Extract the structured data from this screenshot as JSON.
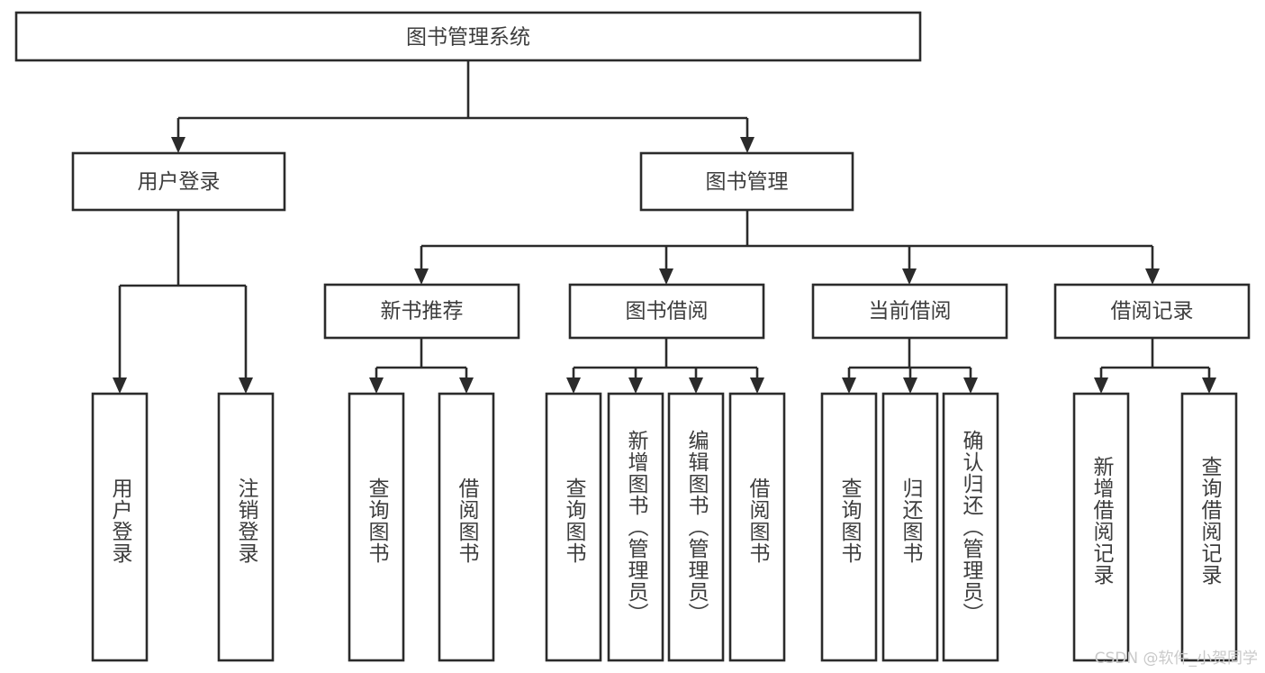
{
  "diagram": {
    "title": "图书管理系统",
    "type": "tree-hierarchy",
    "orientation": "top-down",
    "nodes": {
      "root": {
        "label": "图书管理系统",
        "level": 0,
        "orientation": "horizontal"
      },
      "l1_user_login": {
        "label": "用户登录",
        "level": 1,
        "orientation": "horizontal"
      },
      "l1_book_manage": {
        "label": "图书管理",
        "level": 1,
        "orientation": "horizontal"
      },
      "l2_new_book_rec": {
        "label": "新书推荐",
        "level": 2,
        "orientation": "horizontal"
      },
      "l2_book_borrow": {
        "label": "图书借阅",
        "level": 2,
        "orientation": "horizontal"
      },
      "l2_current_borrow": {
        "label": "当前借阅",
        "level": 2,
        "orientation": "horizontal"
      },
      "l2_borrow_record": {
        "label": "借阅记录",
        "level": 2,
        "orientation": "horizontal"
      },
      "leaf_user_login": {
        "label": "用户登录",
        "level": 2,
        "orientation": "vertical"
      },
      "leaf_logout": {
        "label": "注销登录",
        "level": 2,
        "orientation": "vertical"
      },
      "leaf_rec_query_book": {
        "label": "查询图书",
        "level": 3,
        "orientation": "vertical"
      },
      "leaf_rec_borrow_book": {
        "label": "借阅图书",
        "level": 3,
        "orientation": "vertical"
      },
      "leaf_bb_query_book": {
        "label": "查询图书",
        "level": 3,
        "orientation": "vertical"
      },
      "leaf_bb_add_book": {
        "label": "新增图书（管理员）",
        "level": 3,
        "orientation": "vertical"
      },
      "leaf_bb_edit_book": {
        "label": "编辑图书（管理员）",
        "level": 3,
        "orientation": "vertical"
      },
      "leaf_bb_borrow_book": {
        "label": "借阅图书",
        "level": 3,
        "orientation": "vertical"
      },
      "leaf_cb_query_book": {
        "label": "查询图书",
        "level": 3,
        "orientation": "vertical"
      },
      "leaf_cb_return_book": {
        "label": "归还图书",
        "level": 3,
        "orientation": "vertical"
      },
      "leaf_cb_confirm_return": {
        "label": "确认归还（管理员）",
        "level": 3,
        "orientation": "vertical"
      },
      "leaf_br_add_record": {
        "label": "新增借阅记录",
        "level": 3,
        "orientation": "vertical"
      },
      "leaf_br_query_record": {
        "label": "查询借阅记录",
        "level": 3,
        "orientation": "vertical"
      }
    },
    "edges": [
      {
        "from": "root",
        "to": "l1_user_login"
      },
      {
        "from": "root",
        "to": "l1_book_manage"
      },
      {
        "from": "l1_user_login",
        "to": "leaf_user_login"
      },
      {
        "from": "l1_user_login",
        "to": "leaf_logout"
      },
      {
        "from": "l1_book_manage",
        "to": "l2_new_book_rec"
      },
      {
        "from": "l1_book_manage",
        "to": "l2_book_borrow"
      },
      {
        "from": "l1_book_manage",
        "to": "l2_current_borrow"
      },
      {
        "from": "l1_book_manage",
        "to": "l2_borrow_record"
      },
      {
        "from": "l2_new_book_rec",
        "to": "leaf_rec_query_book"
      },
      {
        "from": "l2_new_book_rec",
        "to": "leaf_rec_borrow_book"
      },
      {
        "from": "l2_book_borrow",
        "to": "leaf_bb_query_book"
      },
      {
        "from": "l2_book_borrow",
        "to": "leaf_bb_add_book"
      },
      {
        "from": "l2_book_borrow",
        "to": "leaf_bb_edit_book"
      },
      {
        "from": "l2_book_borrow",
        "to": "leaf_bb_borrow_book"
      },
      {
        "from": "l2_current_borrow",
        "to": "leaf_cb_query_book"
      },
      {
        "from": "l2_current_borrow",
        "to": "leaf_cb_return_book"
      },
      {
        "from": "l2_current_borrow",
        "to": "leaf_cb_confirm_return"
      },
      {
        "from": "l2_borrow_record",
        "to": "leaf_br_add_record"
      },
      {
        "from": "l2_borrow_record",
        "to": "leaf_br_query_record"
      }
    ]
  },
  "watermark": {
    "text": "CSDN @软件_小贺同学"
  },
  "colors": {
    "stroke": "#2b2b2b",
    "fill": "#ffffff",
    "text": "#3d3d3d",
    "watermark": "#c9c9c9"
  }
}
